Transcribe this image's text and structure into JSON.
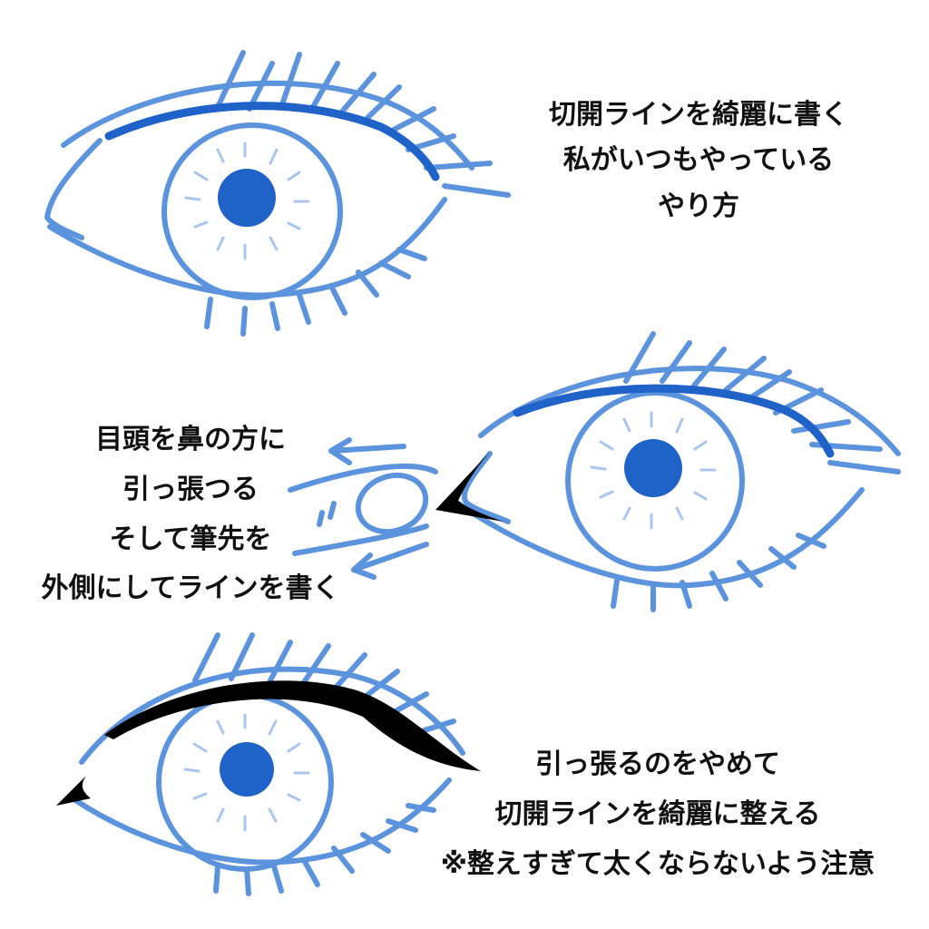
{
  "colors": {
    "eye_outline": "#5b93dc",
    "lash_line": "#1f63c9",
    "pupil": "#1f63c9",
    "iris_ticks": "#a8c6ee",
    "liner": "#000000",
    "text": "#111111"
  },
  "captions": {
    "top": {
      "line1": "切開ラインを綺麗に書く",
      "line2": "私がいつもやっている",
      "line3": "やり方"
    },
    "middle": {
      "line1": "目頭を鼻の方に",
      "line2": "引っ張つる",
      "line3": "そして筆先を",
      "line4": "外側にしてラインを書く"
    },
    "bottom": {
      "line1": "引っ張るのをやめて",
      "line2": "切開ラインを綺麗に整える",
      "line3": "※整えすぎて太くならないよう注意"
    }
  }
}
